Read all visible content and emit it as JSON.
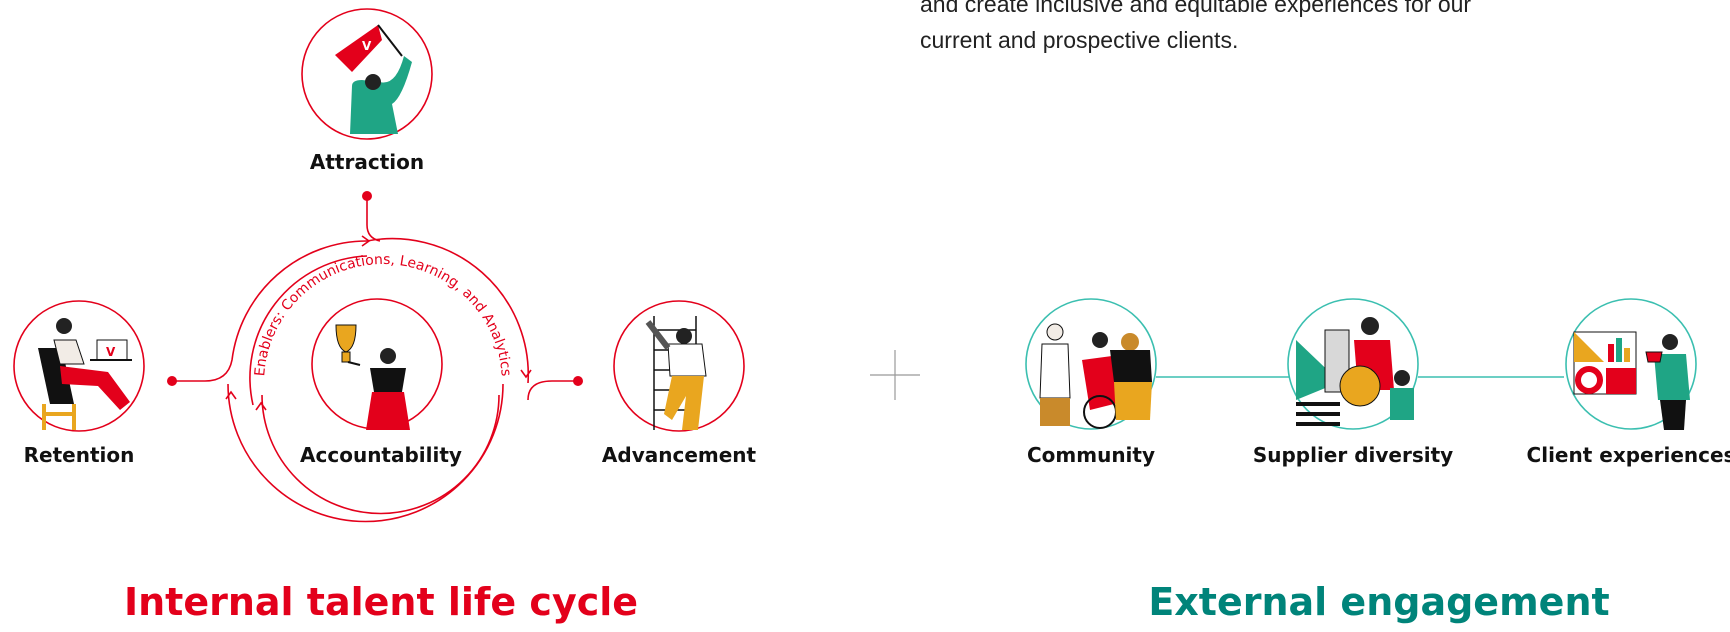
{
  "intro": {
    "lines": [
      "and create inclusive and equitable experiences for our",
      "current and prospective clients."
    ]
  },
  "internal": {
    "heading": "Internal talent life cycle",
    "color": "#e3001b",
    "stages": {
      "attraction": "Attraction",
      "retention": "Retention",
      "accountability": "Accountability",
      "advancement": "Advancement"
    },
    "enablers": "Enablers: Communications, Learning, and Analytics",
    "badge_letter": "V"
  },
  "external": {
    "heading": "External engagement",
    "color": "#00847a",
    "line_color": "#3bbfb0",
    "items": [
      "Community",
      "Supplier diversity",
      "Client experiences"
    ]
  },
  "icons": [
    "flag-waving-person-icon",
    "laptop-person-icon",
    "trophy-person-icon",
    "ladder-climbing-person-icon",
    "group-discussion-icon",
    "supplier-people-icon",
    "analytics-presenter-icon"
  ]
}
